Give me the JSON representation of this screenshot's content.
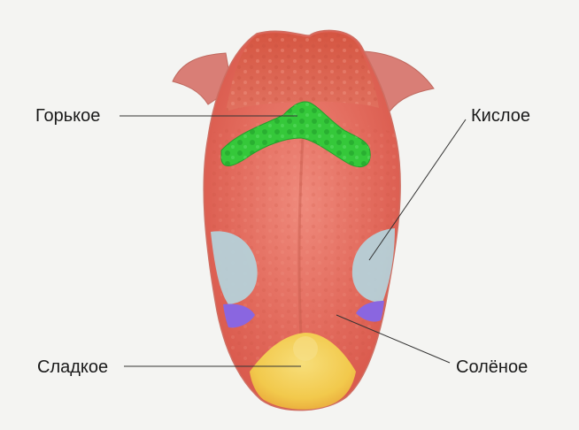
{
  "labels": {
    "bitter": "Горькое",
    "sour": "Кислое",
    "sweet": "Сладкое",
    "salty": "Солёное"
  },
  "zones": {
    "bitter": {
      "color": "#35c83a"
    },
    "sour": {
      "color": "#b4d4dc"
    },
    "salty": {
      "color": "#8a66e0"
    },
    "sweet": {
      "color": "#f3d35a"
    }
  },
  "tongue": {
    "base_color": "#e56a5e",
    "back_color": "#d9624e",
    "edge_color": "#f0b3a6"
  }
}
